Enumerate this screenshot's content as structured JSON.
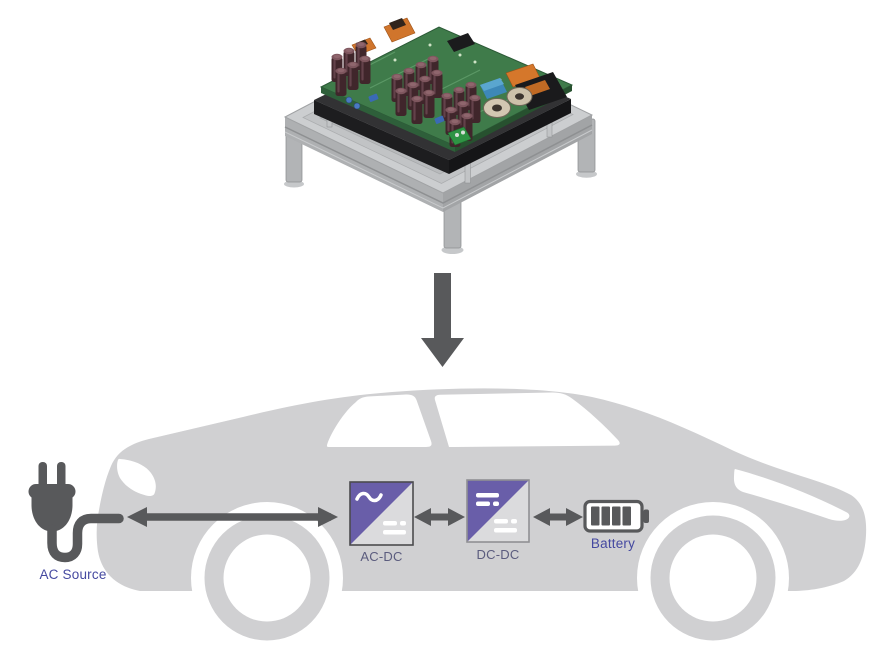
{
  "colors": {
    "background": "#ffffff",
    "car_body": "#d0d0d2",
    "dark_gray": "#58595b",
    "purple": "#695ea9",
    "box_light": "#dbdbdd",
    "acdc_border": "#4b4b4e",
    "dcdc_border": "#909093",
    "label_blue": "#4549a0",
    "label_indigo": "#5b5c7e",
    "pcb_green": "#3f7b4a"
  },
  "diagram": {
    "ac_source_label": "AC Source",
    "converter1": {
      "label": "AC-DC",
      "input_symbol": "~",
      "output_symbol": "⎓"
    },
    "converter2": {
      "label": "DC-DC",
      "input_symbol": "⎓",
      "output_symbol": "⎓"
    },
    "battery": {
      "label": "Battery",
      "charge_bars": 4
    },
    "icons": {
      "plug": "ac-plug-icon",
      "arrows": "double-headed-arrow-icon",
      "transfer": "down-arrow-icon",
      "vehicle": "car-silhouette",
      "photo": "charger-board-photo",
      "battery": "battery-icon"
    }
  }
}
